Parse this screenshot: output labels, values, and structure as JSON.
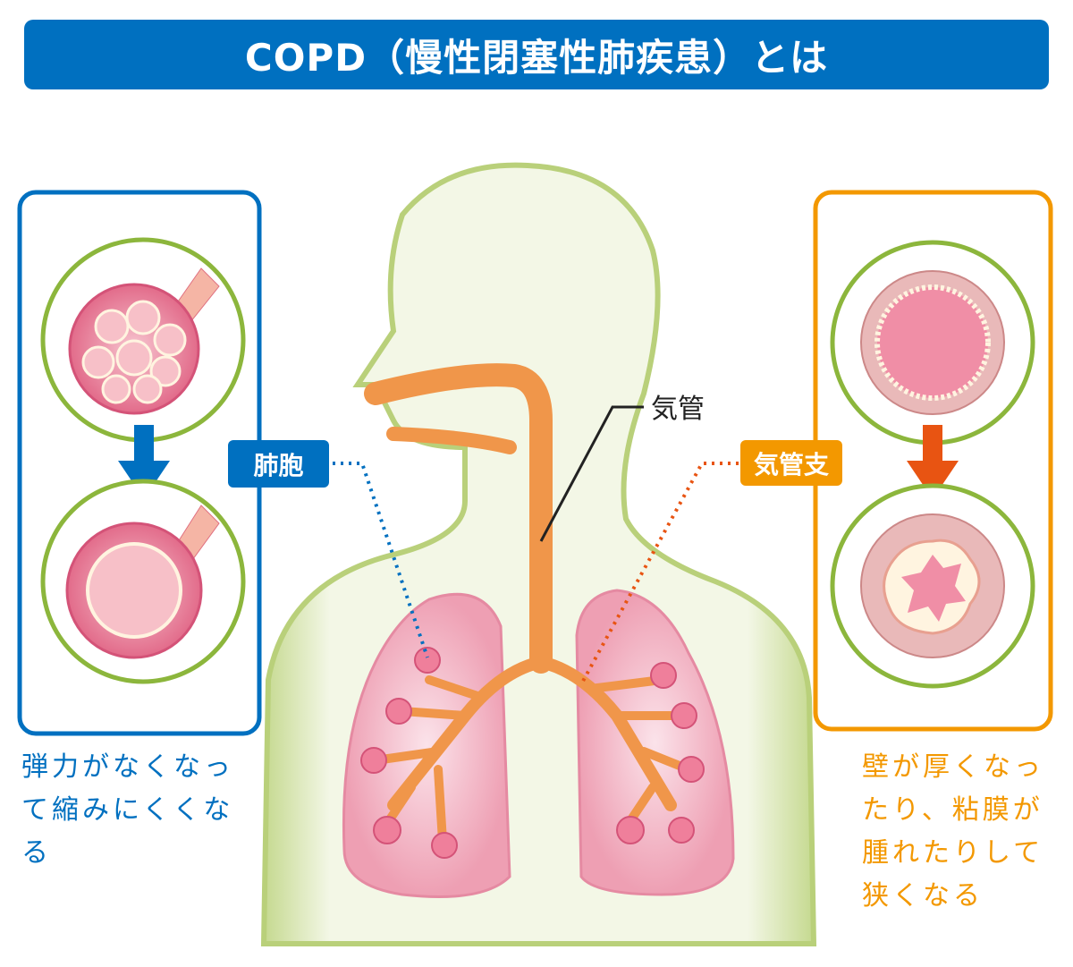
{
  "title": "COPD（慢性閉塞性肺疾患）とは",
  "labels": {
    "alveoli": "肺胞",
    "trachea": "気管",
    "bronchi": "気管支"
  },
  "captions": {
    "left": [
      "弾力がなくなっ",
      "て縮みにくくな",
      "る"
    ],
    "right": [
      "壁が厚くなっ",
      "たり、粘膜が",
      "腫れたりして",
      "狭くなる"
    ]
  },
  "colors": {
    "blue": "#0070c0",
    "orange": "#f39800",
    "arrow_red": "#e85412",
    "green": "#8cb63c",
    "lung_pink": "#f2a6b8",
    "airway_orange": "#f0964a"
  }
}
